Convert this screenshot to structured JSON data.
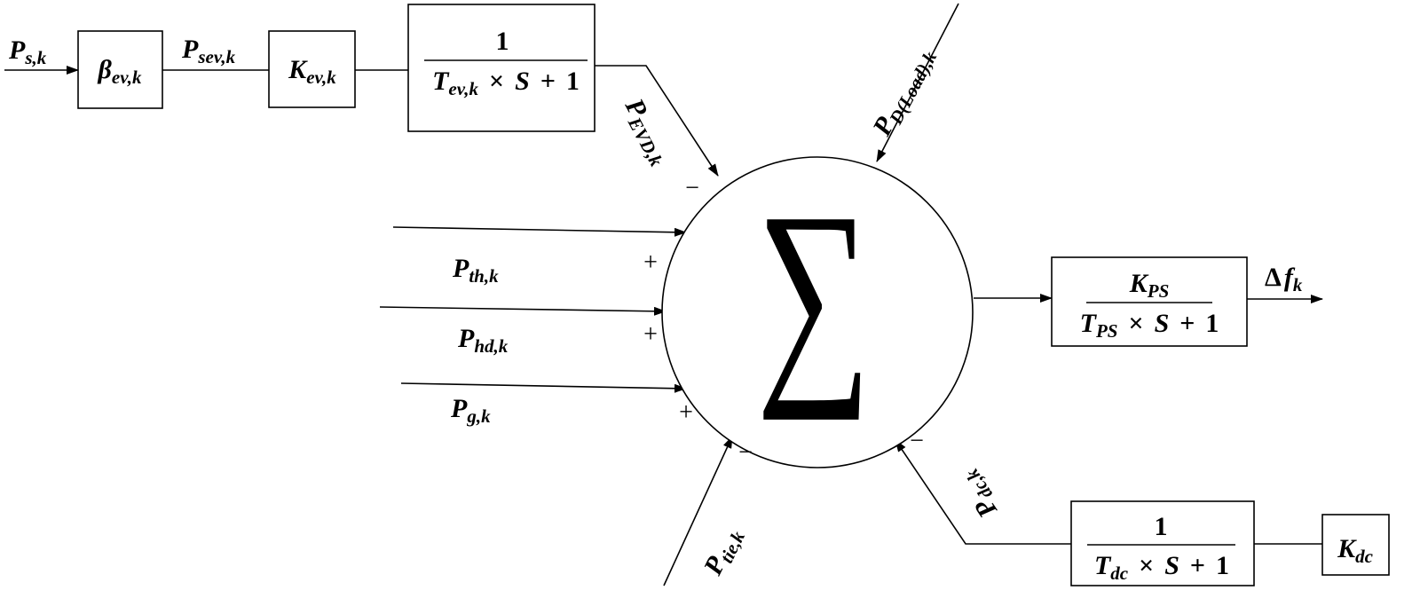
{
  "diagram": {
    "ps_input": {
      "base": "P",
      "sub": "s,k"
    },
    "beta_block": {
      "base": "β",
      "sub": "ev,k"
    },
    "psev_signal": {
      "base": "P",
      "sub": "sev,k"
    },
    "kev_block": {
      "base": "K",
      "sub": "ev,k"
    },
    "tev_block": {
      "num": "1",
      "den_base": "T",
      "den_sub": "ev,k",
      "den_times": "×",
      "den_var": "S",
      "den_plus": "+",
      "den_const": "1"
    },
    "pevd_signal": {
      "base": "P",
      "sub": "EVD,k",
      "sign": "−"
    },
    "pload_input": {
      "base": "P",
      "sub": "D(Load),k"
    },
    "pth_input": {
      "base": "P",
      "sub": "th,k",
      "sign": "+"
    },
    "phd_input": {
      "base": "P",
      "sub": "hd,k",
      "sign": "+"
    },
    "pg_input": {
      "base": "P",
      "sub": "g,k",
      "sign": "+"
    },
    "ptie_input": {
      "base": "P",
      "sub": "tie,k",
      "sign": "−"
    },
    "pdc_signal": {
      "base": "P",
      "sub": "dc,k",
      "sign": "−"
    },
    "summing_junction": {
      "symbol": "∑"
    },
    "kps_block": {
      "num_base": "K",
      "num_sub": "PS",
      "den_base": "T",
      "den_sub": "PS",
      "den_times": "×",
      "den_var": "S",
      "den_plus": "+",
      "den_const": "1"
    },
    "output": {
      "delta": "Δ",
      "base": "f",
      "sub": "k"
    },
    "tdc_block": {
      "num": "1",
      "den_base": "T",
      "den_sub": "dc",
      "den_times": "×",
      "den_var": "S",
      "den_plus": "+",
      "den_const": "1"
    },
    "kdc_block": {
      "base": "K",
      "sub": "dc"
    }
  }
}
